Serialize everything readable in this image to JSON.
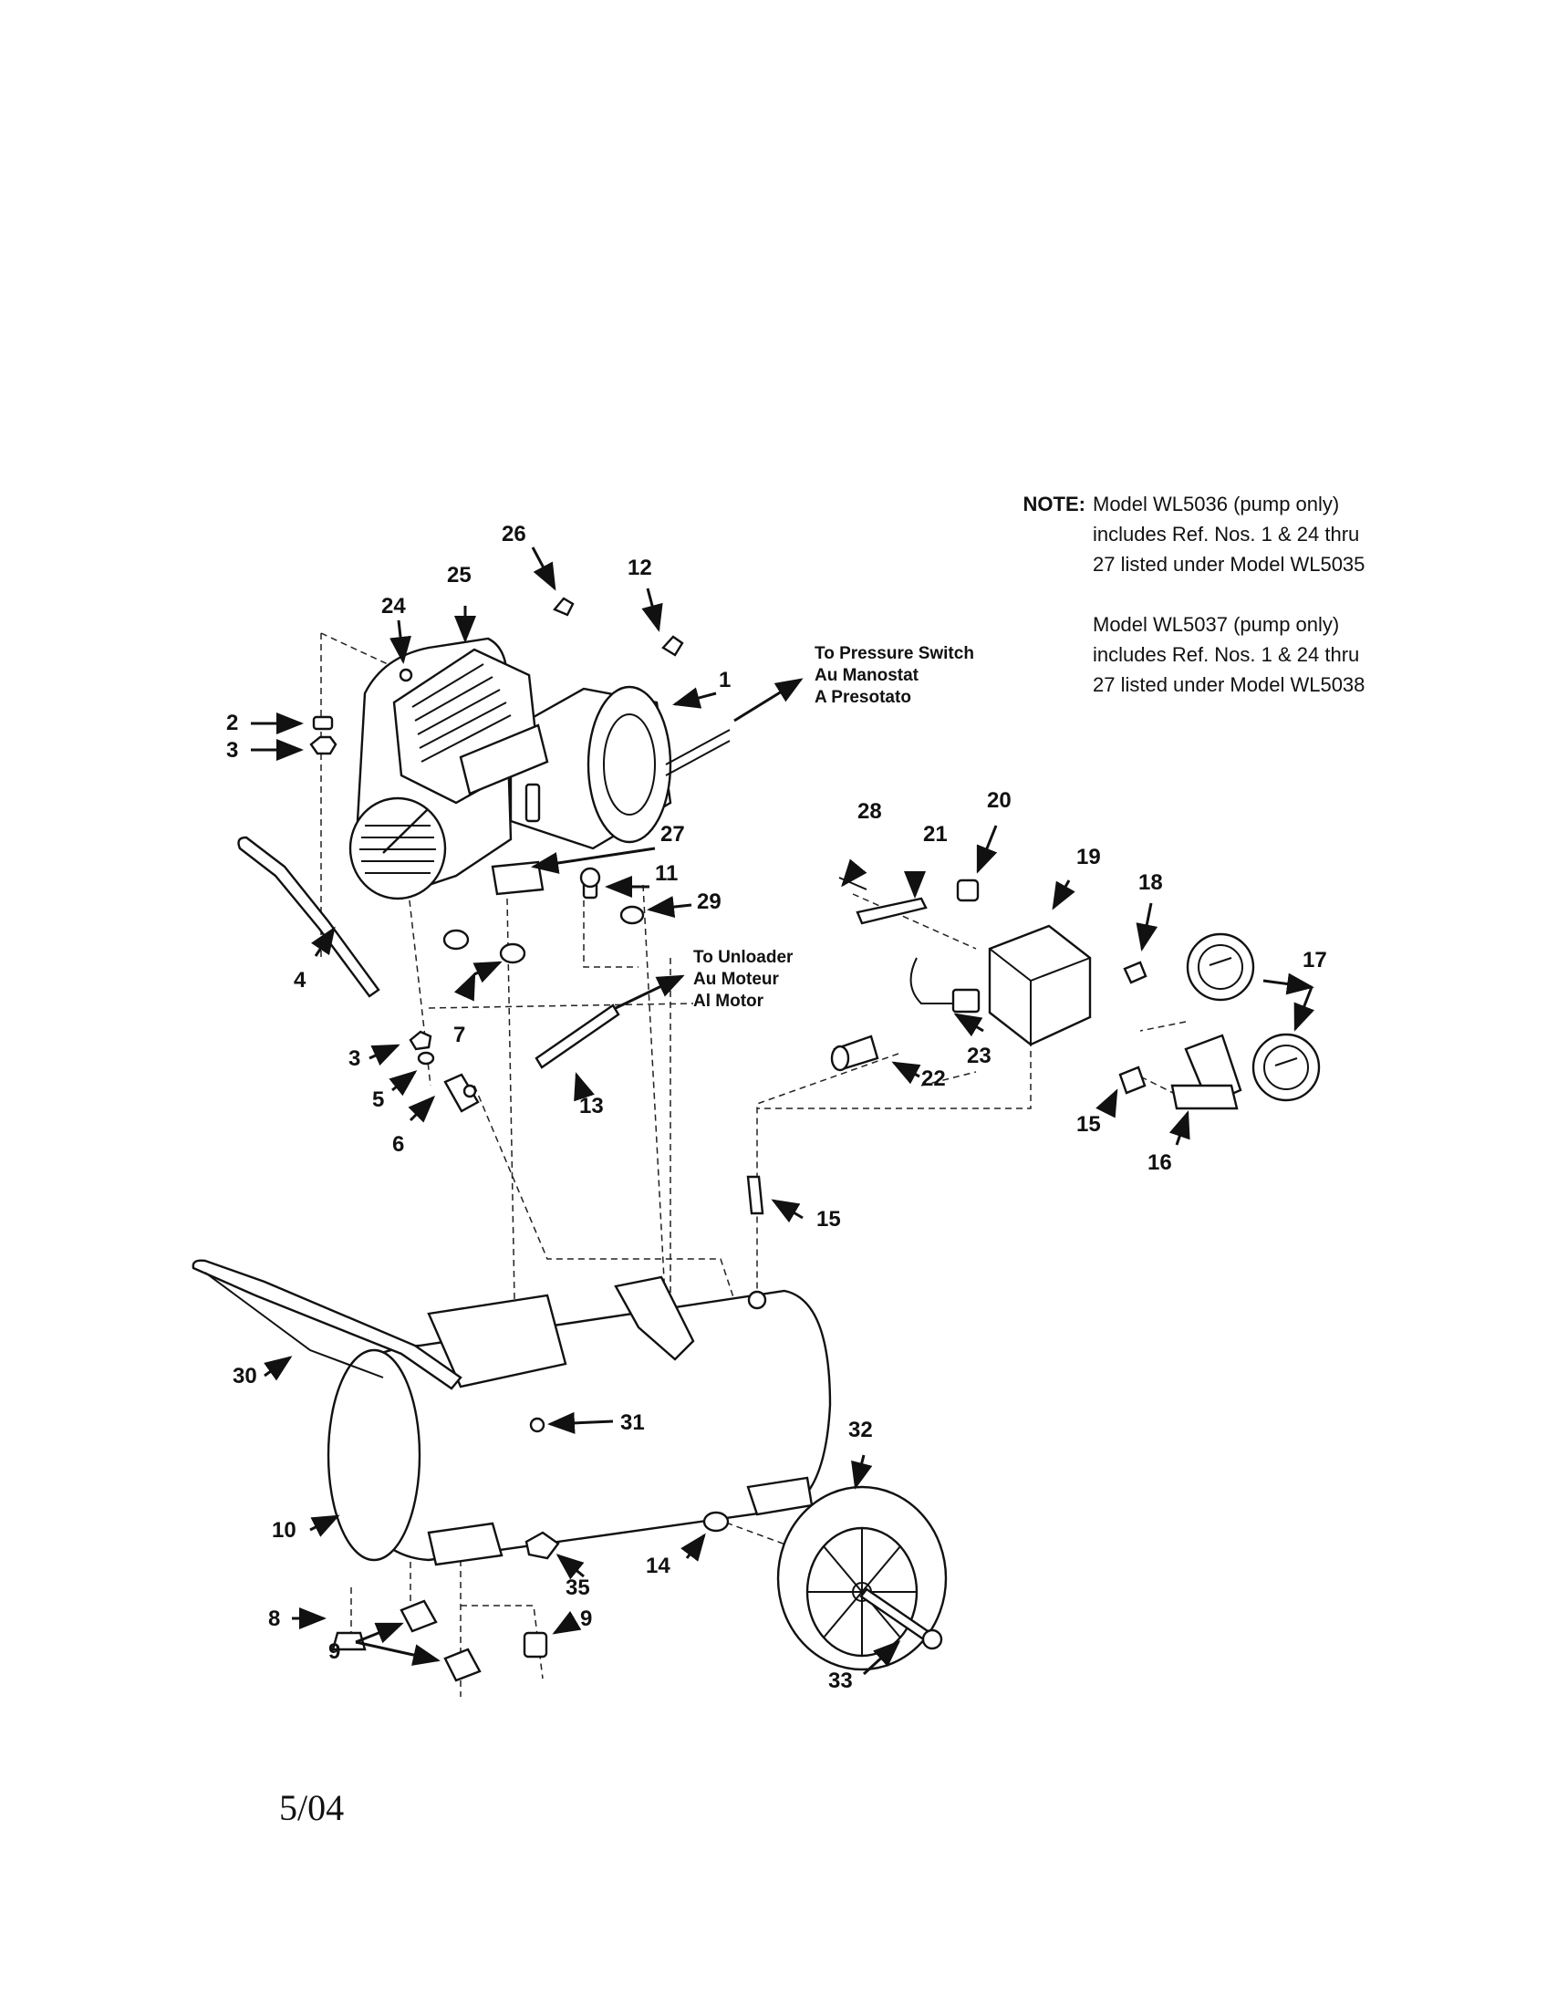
{
  "note": {
    "label": "NOTE:",
    "block1": [
      "Model WL5036 (pump only)",
      "includes Ref. Nos. 1 & 24 thru",
      "27 listed under Model WL5035"
    ],
    "block2": [
      "Model WL5037 (pump only)",
      "includes Ref. Nos. 1 & 24 thru",
      "27 listed under Model WL5038"
    ]
  },
  "destinations": {
    "pressure_switch": [
      "To Pressure Switch",
      "Au Manostat",
      "A Presotato"
    ],
    "unloader": [
      "To Unloader",
      "Au Moteur",
      "Al Motor"
    ]
  },
  "callouts": {
    "c1": "1",
    "c2": "2",
    "c3a": "3",
    "c3b": "3",
    "c4": "4",
    "c5": "5",
    "c6": "6",
    "c7": "7",
    "c8": "8",
    "c9a": "9",
    "c9b": "9",
    "c10": "10",
    "c11": "11",
    "c12": "12",
    "c13": "13",
    "c14": "14",
    "c15a": "15",
    "c15b": "15",
    "c16": "16",
    "c17": "17",
    "c18": "18",
    "c19": "19",
    "c20": "20",
    "c21": "21",
    "c22": "22",
    "c23": "23",
    "c24": "24",
    "c25": "25",
    "c26": "26",
    "c27": "27",
    "c28": "28",
    "c29": "29",
    "c30": "30",
    "c31": "31",
    "c32": "32",
    "c33": "33",
    "c35": "35"
  },
  "footer": {
    "date": "5/04"
  }
}
